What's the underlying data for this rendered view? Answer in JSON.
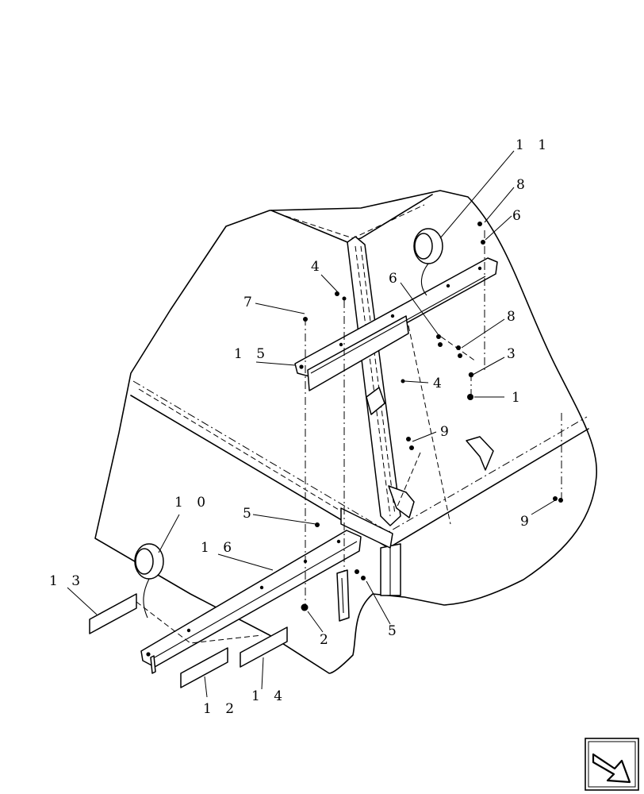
{
  "callouts": {
    "c1": "1",
    "c2": "2",
    "c3": "3",
    "c4a": "4",
    "c4b": "4",
    "c5a": "5",
    "c5b": "5",
    "c6a": "6",
    "c6b": "6",
    "c7": "7",
    "c8a": "8",
    "c8b": "8",
    "c9a": "9",
    "c9b": "9",
    "c10": "1 0",
    "c11": "1 1",
    "c12": "1 2",
    "c13": "1 3",
    "c14": "1 4",
    "c15": "1 5",
    "c16": "1 6"
  },
  "nav": {
    "icon": "next-arrow-icon"
  }
}
